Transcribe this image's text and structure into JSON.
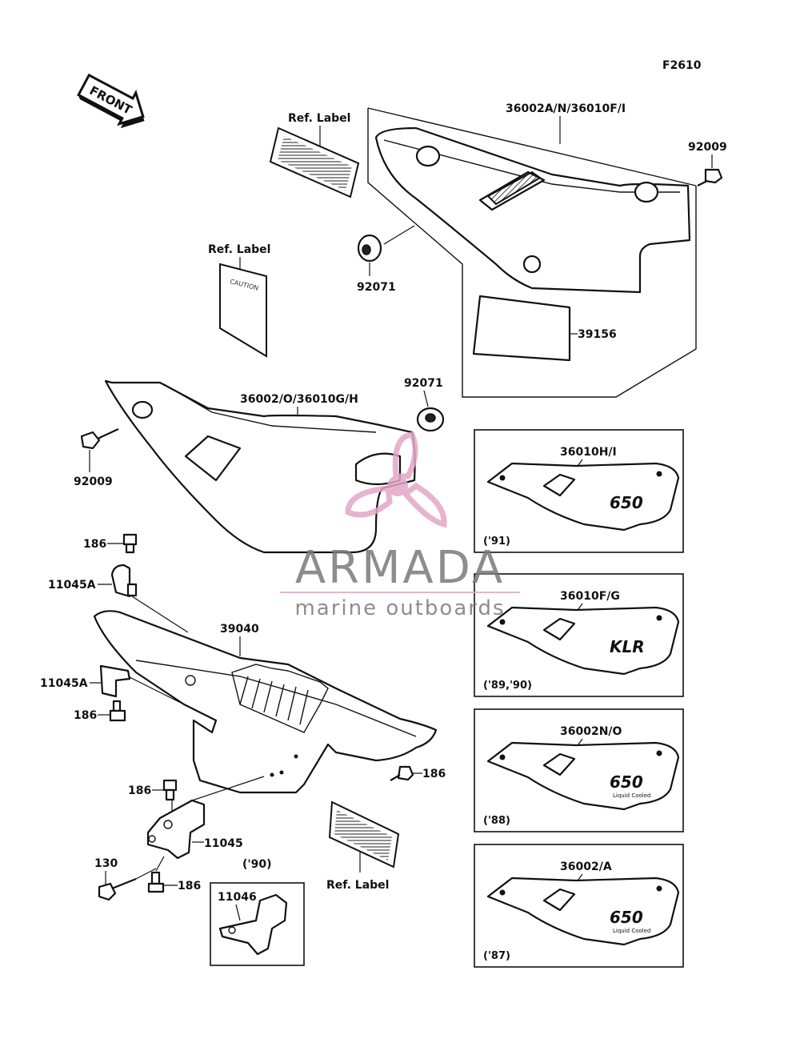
{
  "figure_code": "F2610",
  "front_arrow_label": "FRONT",
  "labels": {
    "ref_label_1": "Ref. Label",
    "ref_label_2": "Ref. Label",
    "ref_label_3": "Ref. Label",
    "cover_right": "36002A/N/36010F/I",
    "cover_left": "36002/O/36010G/H",
    "bolt_right": "92009",
    "bolt_left": "92009",
    "grommet_top": "92071",
    "grommet_mid": "92071",
    "pad": "39156",
    "chain_cover": "39040",
    "bracket_a_top": "11045A",
    "bracket_a_bottom": "11045A",
    "bracket": "11045",
    "bracket_90": "11046",
    "bolt_130": "130",
    "bolt_186_a": "186",
    "bolt_186_b": "186",
    "bolt_186_c": "186",
    "bolt_186_d": "186",
    "bolt_186_e": "186",
    "year_90": "('90)"
  },
  "variants": [
    {
      "part": "36010H/I",
      "year": "('91)",
      "decal": "650"
    },
    {
      "part": "36010F/G",
      "year": "('89,'90)",
      "decal": "KLR"
    },
    {
      "part": "36002N/O",
      "year": "('88)",
      "decal": "650",
      "decal_sub": "Liquid Cooled"
    },
    {
      "part": "36002/A",
      "year": "('87)",
      "decal": "650",
      "decal_sub": "Liquid Cooled"
    }
  ],
  "small_label_text": "CAUTION",
  "watermark": {
    "brand": "ARMADA",
    "tagline": "marine outboards",
    "color": "#e3a6c6"
  }
}
